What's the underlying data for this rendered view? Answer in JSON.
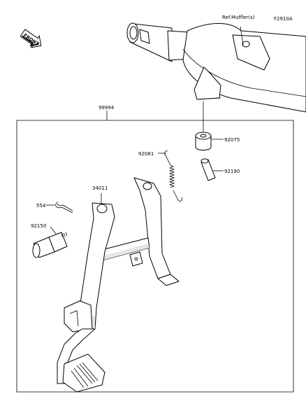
{
  "diagram": {
    "figure_code": "F2910A",
    "front_label": "FRONT",
    "ref_label": "Ref.Muffler(s)",
    "parts": {
      "assembly": "99994",
      "stand": "34011",
      "pin": "554",
      "bolt": "92150",
      "spring": "92081",
      "collar": "92075",
      "sleeve": "92190"
    }
  }
}
